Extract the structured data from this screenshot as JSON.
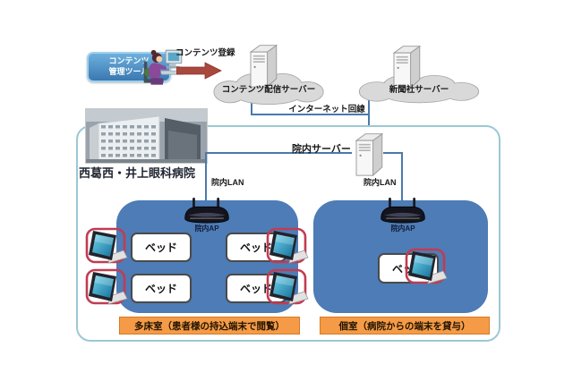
{
  "top": {
    "tool_button": {
      "line1": "コンテンツ",
      "line2": "管理ツール"
    },
    "register_label": "コンテンツ登録",
    "delivery_cloud_label": "コンテンツ配信サーバー",
    "newspaper_cloud_label": "新聞社サーバー",
    "internet_line_label": "インターネット回線"
  },
  "hospital": {
    "name": "西葛西・井上眼科病院",
    "server_label": "院内サーバー",
    "lan_labels": [
      "院内LAN",
      "院内LAN"
    ],
    "rooms": [
      {
        "ap_label": "院内AP",
        "beds": [
          "ベッド",
          "ベッド",
          "ベッド",
          "ベッド"
        ],
        "caption": "多床室（患者様の持込端末で閲覧）"
      },
      {
        "ap_label": "院内AP",
        "beds": [
          "ベッド"
        ],
        "caption": "個室（病院からの端末を貸与）"
      }
    ]
  },
  "colors": {
    "room_blue": "#4d7cb6",
    "hospital_border": "#9cc8d4",
    "caption_orange": "#f59b47",
    "arrow_red": "#a8483e",
    "line_blue": "#4a7aac",
    "tablet_frame_red": "#c23b52"
  }
}
